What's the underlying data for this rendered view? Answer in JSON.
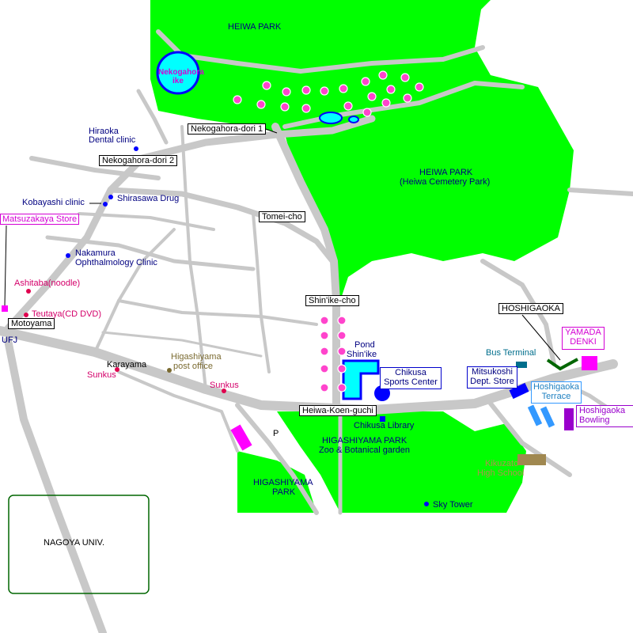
{
  "parks": {
    "heiwa_park_north": "HEIWA PARK",
    "heiwa_park_main": "HEIWA PARK",
    "heiwa_park_sub": "(Heiwa Cemetery Park)",
    "higashiyama_park": "HIGASHIYAMA PARK",
    "higashiyama_park_sub": "Zoo & Botanical garden",
    "higashiyama_park_small_1": "HIGASHIYAMA",
    "higashiyama_park_small_2": "PARK"
  },
  "ponds": {
    "nekogahora_1": "Nekogahora",
    "nekogahora_2": "ike",
    "shinike_1": "Pond",
    "shinike_2": "Shin'ike"
  },
  "boxed_labels": {
    "nekogahora_dori_1": "Nekogahora-dori 1",
    "nekogahora_dori_2": "Nekogahora-dori 2",
    "tomei_cho": "Tomei-cho",
    "shinike_cho": "Shin'ike-cho",
    "motoyama": "Motoyama",
    "heiwa_koen_guchi": "Heiwa-Koen-guchi",
    "hoshigaoka": "HOSHIGAOKA",
    "matsuzakaya": "Matsuzakaya Store",
    "yamada_1": "YAMADA",
    "yamada_2": "DENKI",
    "hoshigaoka_terrace_1": "Hoshigaoka",
    "hoshigaoka_terrace_2": "Terrace",
    "mitsukoshi_1": "Mitsukoshi",
    "mitsukoshi_2": "Dept. Store",
    "chikusa_sports_1": "Chikusa",
    "chikusa_sports_2": "Sports Center",
    "hoshigaoka_bowl_1": "Hoshigaoka",
    "hoshigaoka_bowl_2": "Bowling",
    "nagoya_univ": "NAGOYA UNIV."
  },
  "places": {
    "hiraoka_1": "Hiraoka",
    "hiraoka_2": "Dental clinic",
    "shirasawa": "Shirasawa Drug",
    "kobayashi": "Kobayashi clinic",
    "nakamura_1": "Nakamura",
    "nakamura_2": "Ophthalmology Clinic",
    "ashitaba": "Ashitaba(noodle)",
    "teutaya": "Teutaya(CD DVD)",
    "ufj": "UFJ",
    "karayama": "Karayama",
    "sunkus_1": "Sunkus",
    "sunkus_2": "Sunkus",
    "post_1": "Higashiyama",
    "post_2": "post office",
    "chikusa_library": "Chikusa Library",
    "bus_terminal": "Bus Terminal",
    "kikuzato_1": "Kikuzato",
    "kikuzato_2": "High School",
    "sky_tower": "Sky Tower",
    "parking": "P"
  },
  "colors": {
    "park_green": "#00ff00",
    "road_gray": "#c8c8c8",
    "pond_cyan": "#00ffff",
    "pond_border": "#0000ff",
    "landmark_pink": "#ff00ff",
    "navy_text": "#000080"
  }
}
